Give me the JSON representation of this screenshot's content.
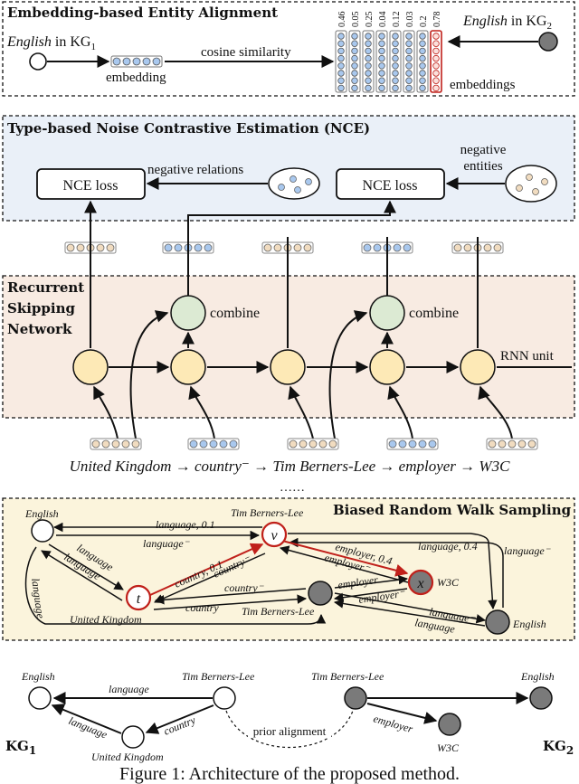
{
  "colors": {
    "nce_bg": "#eaf0f8",
    "rsn_bg": "#f8ebe2",
    "walk_bg": "#fbf4dc",
    "blue_cell": "#a9c8ee",
    "orange_cell": "#f1dcc0",
    "green_node": "#dcead3",
    "yellow_node": "#fde9b6",
    "red": "#c0201a",
    "gray_node": "#7a7a7a"
  },
  "align": {
    "title": "Embedding-based Entity Alignment",
    "english_kg1": "English",
    "in_kg1": " in KG",
    "sub1": "1",
    "english_kg2": "English",
    "in_kg2": " in KG",
    "sub2": "2",
    "embedding": "embedding",
    "cosine": "cosine similarity",
    "embeddings": "embeddings",
    "scores": [
      "0.46",
      "0.05",
      "0.25",
      "0.04",
      "0.12",
      "0.03",
      "0.2",
      "0.78"
    ]
  },
  "nce": {
    "title": "Type-based Noise Contrastive Estimation (NCE)",
    "loss1": "NCE loss",
    "loss2": "NCE loss",
    "neg_rel": "negative relations",
    "neg_ent1": "negative",
    "neg_ent2": "entities"
  },
  "rsn": {
    "title1": "Recurrent",
    "title2": "Skipping",
    "title3": "Network",
    "combine1": "combine",
    "combine2": "combine",
    "rnn": "RNN unit"
  },
  "sequence": {
    "s1": "United Kingdom",
    "s2": "country",
    "s3": "Tim Berners-Lee",
    "s4": "employer",
    "s5": "W3C",
    "arrow": "→",
    "sup": "⁻",
    "ellipsis": "……"
  },
  "walk": {
    "title": "Biased Random Walk Sampling",
    "english": "English",
    "tbl": "Tim Berners-Lee",
    "w3c": "W3C",
    "uk": "United Kingdom",
    "tbl2": "Tim Berners-Lee",
    "english2": "English",
    "v": "v",
    "t": "t",
    "x": "x",
    "lang01": "language, 0.1",
    "lang_inv_top": "language⁻",
    "lang04": "language, 0.4",
    "lang_inv_right": "language⁻",
    "lang_a": "language",
    "lang_inv_a": "language⁻",
    "lang_left": "language",
    "country01": "country, 0.1",
    "country_inv1": "country⁻",
    "employer04": "employer, 0.4",
    "employer_inv1": "employer⁻",
    "country_inv2": "country⁻",
    "country2": "country",
    "employer2": "employer",
    "employer_inv2": "employer⁻",
    "lang_inv_b": "language⁻",
    "lang_b": "language"
  },
  "kgs": {
    "english_l": "English",
    "language_top": "language",
    "tbl_l": "Tim Berners-Lee",
    "language_bot": "language",
    "country": "country",
    "uk": "United Kingdom",
    "tbl_r": "Tim Berners-Lee",
    "english_r": "English",
    "employer": "employer",
    "w3c": "W3C",
    "prior": "prior alignment",
    "kg1": "KG",
    "kg1_sub": "1",
    "kg2": "KG",
    "kg2_sub": "2"
  },
  "caption": "Figure 1: Architecture of the proposed method."
}
